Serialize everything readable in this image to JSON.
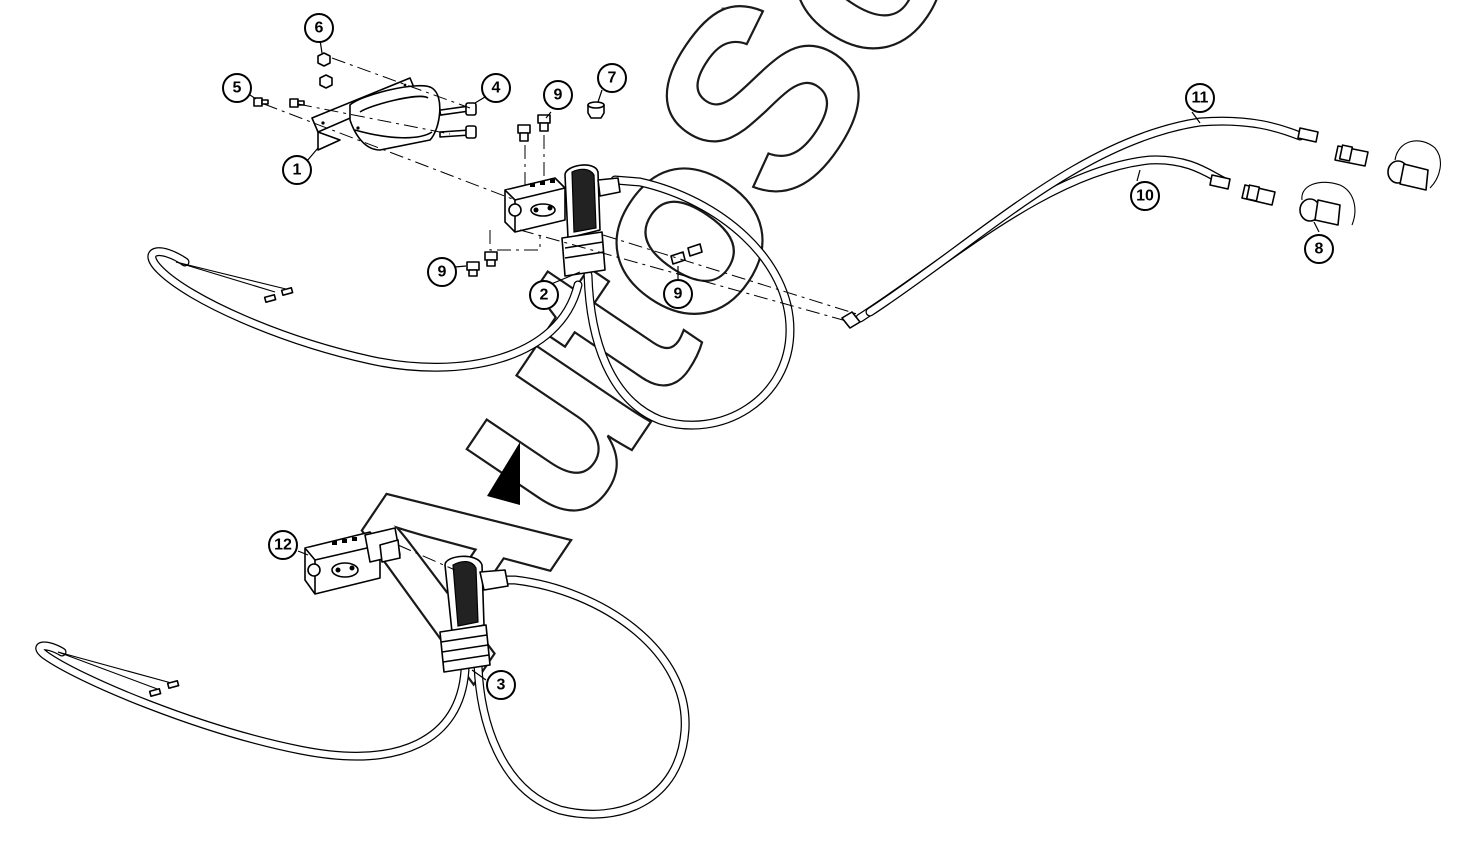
{
  "watermark": "AutoSoft",
  "callouts": [
    {
      "id": "c1",
      "label": "1"
    },
    {
      "id": "c2",
      "label": "2"
    },
    {
      "id": "c3",
      "label": "3"
    },
    {
      "id": "c4",
      "label": "4"
    },
    {
      "id": "c5",
      "label": "5"
    },
    {
      "id": "c6",
      "label": "6"
    },
    {
      "id": "c7",
      "label": "7"
    },
    {
      "id": "c8",
      "label": "8"
    },
    {
      "id": "c9a",
      "label": "9"
    },
    {
      "id": "c9b",
      "label": "9"
    },
    {
      "id": "c9c",
      "label": "9"
    },
    {
      "id": "c10",
      "label": "10"
    },
    {
      "id": "c11",
      "label": "11"
    },
    {
      "id": "c12",
      "label": "12"
    }
  ],
  "colors": {
    "line": "#000000",
    "background": "#ffffff"
  }
}
